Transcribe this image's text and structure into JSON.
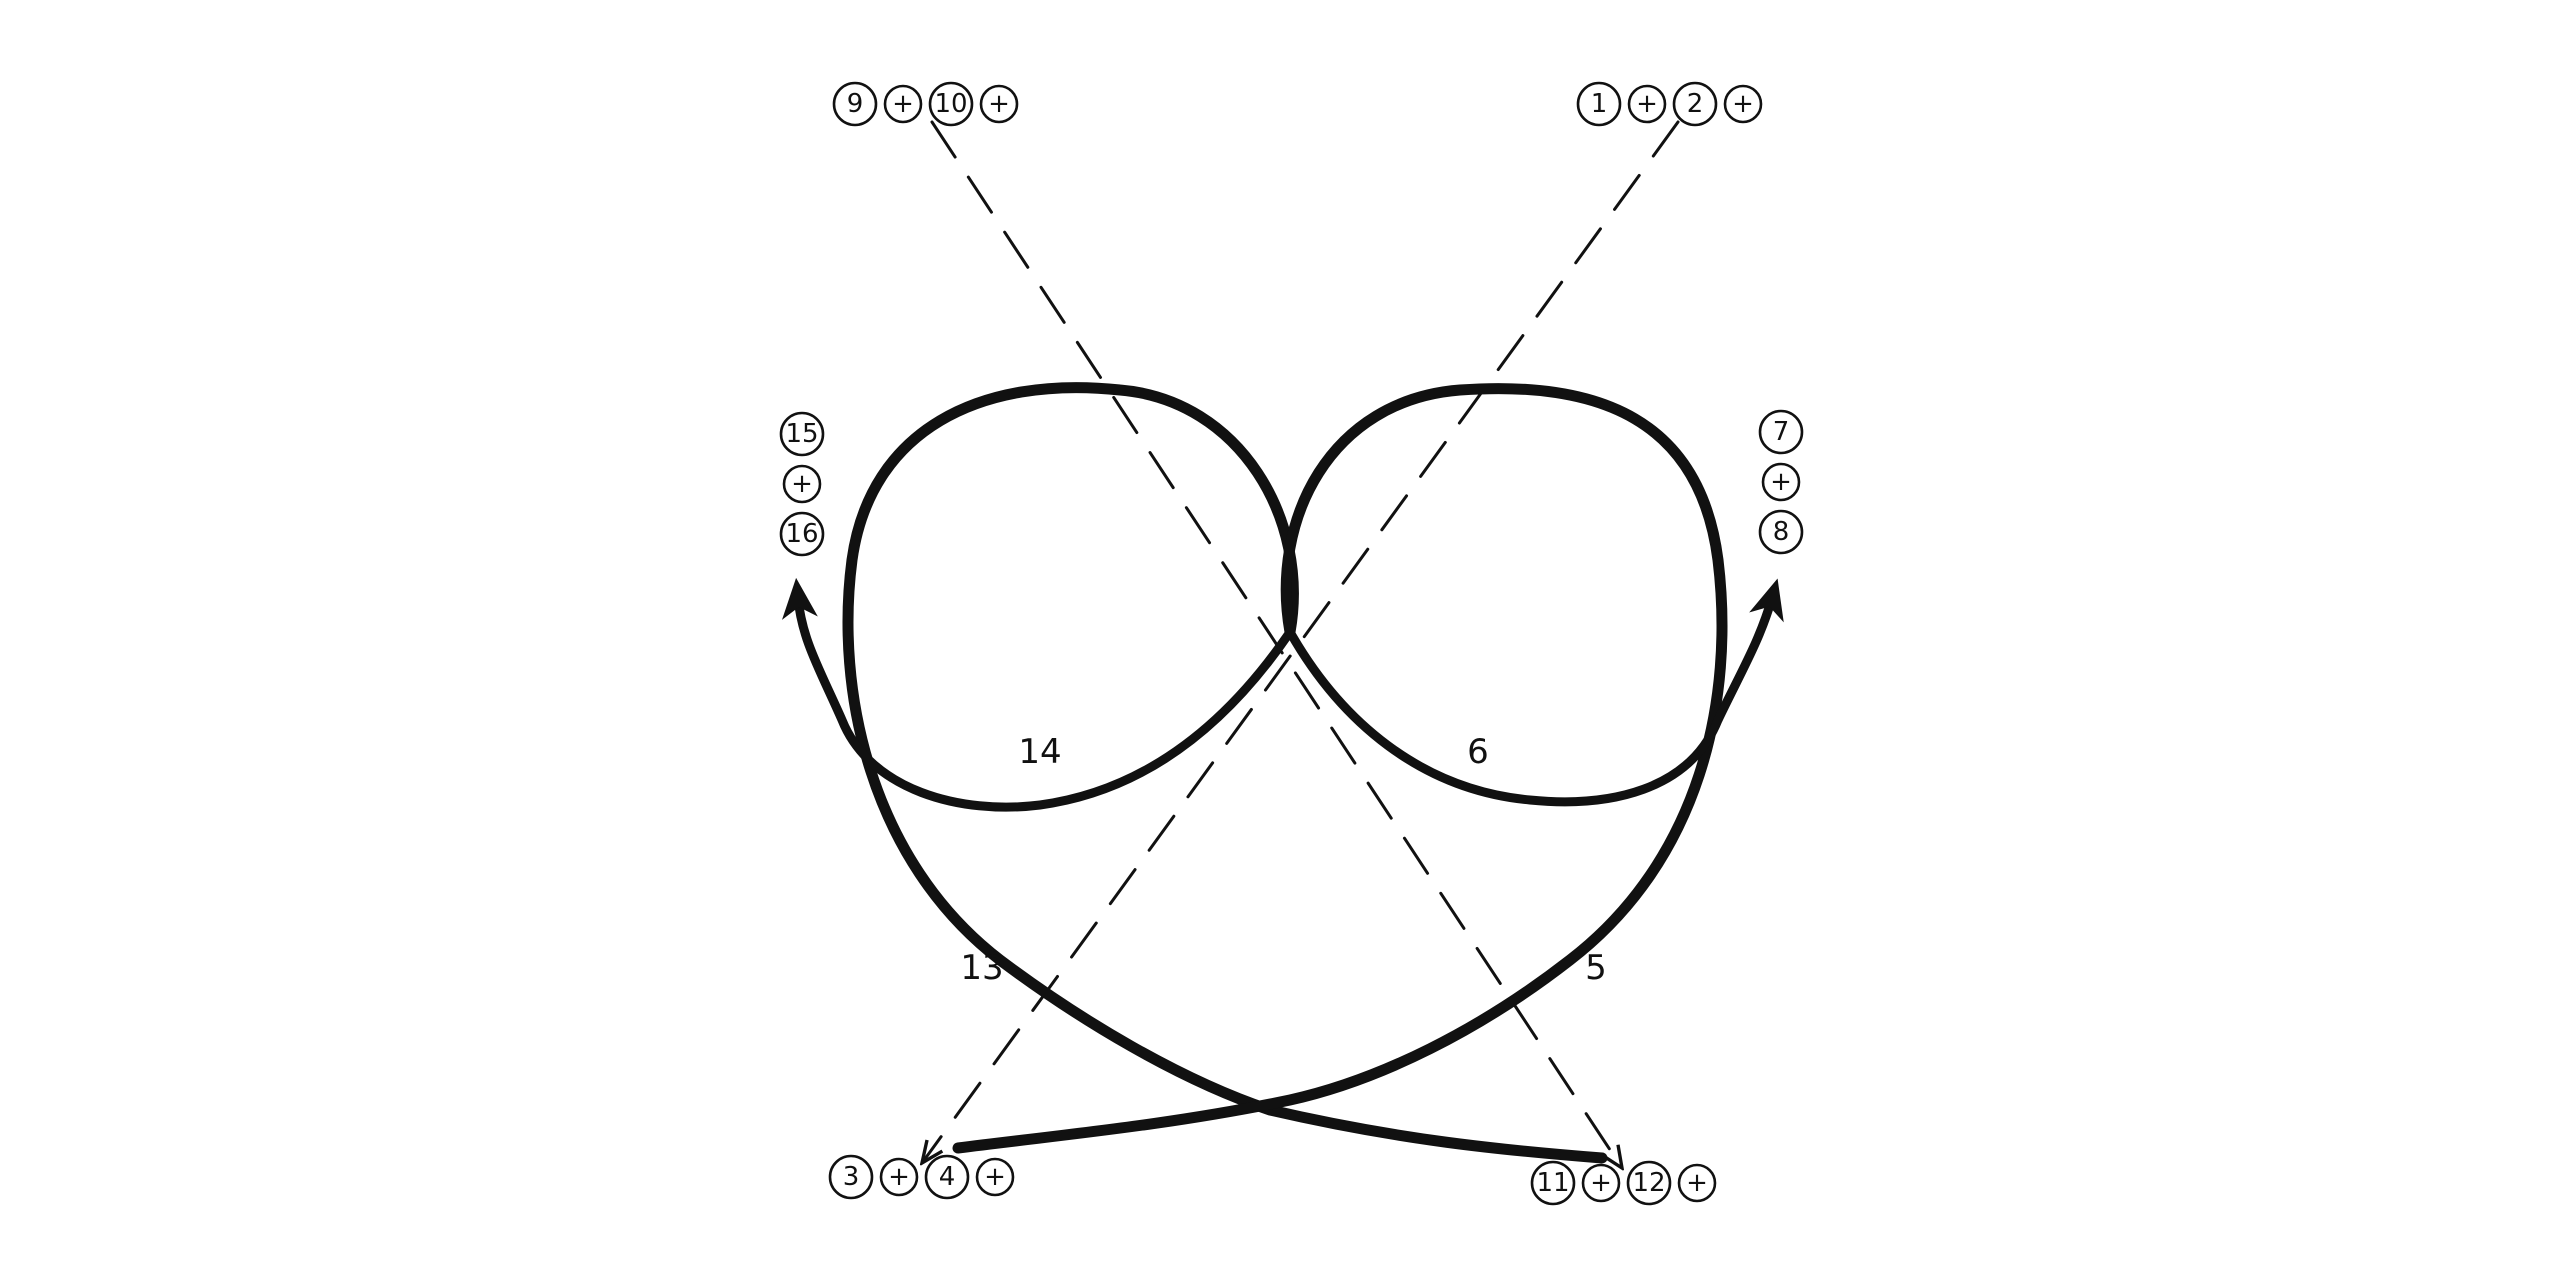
{
  "diagram": {
    "groups": {
      "top_left": [
        "9",
        "+",
        "10",
        "+"
      ],
      "top_right": [
        "1",
        "+",
        "2",
        "+"
      ],
      "left": [
        "15",
        "+",
        "16"
      ],
      "right": [
        "7",
        "+",
        "8"
      ],
      "bottom_left": [
        "3",
        "+",
        "4",
        "+"
      ],
      "bottom_right": [
        "11",
        "+",
        "12",
        "+"
      ]
    },
    "segments": {
      "left_loop": "14",
      "right_loop": "6",
      "left_diagonal": "13",
      "right_diagonal": "5"
    }
  }
}
